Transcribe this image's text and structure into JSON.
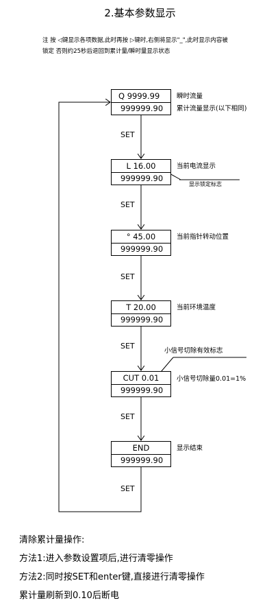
{
  "title": "2.基本参数显示",
  "note": {
    "line1": "注 按 ◁键显示各项数据,此时再按 ▷键时,右侧将显示\"_\",此时显示内容被",
    "line2": "锁定 否则约25秒后退回到累计量/瞬时量显示状态"
  },
  "set_label": "SET",
  "boxes": [
    {
      "line1": "Q    9999.99",
      "line2": "999999.90",
      "label1": "瞬时流量",
      "label2": "累计流量显示(以下相同)"
    },
    {
      "line1": "L  16.00",
      "line2": "999999.90",
      "label1": "当前电流显示",
      "callout": "显示锁定标志"
    },
    {
      "line1": "°  45.00",
      "line2": "999999.90",
      "label1": "当前指针转动位置"
    },
    {
      "line1": "T  20.00",
      "line2": "999999.90",
      "label1": "当前环境温度"
    },
    {
      "line1": "CUT  0.01",
      "line2": "999999.90",
      "label1": "小信号切除量0.01=1%",
      "callout": "小信号切除有效标志"
    },
    {
      "line1": "END",
      "line2": "999999.90",
      "label1": "显示结束"
    }
  ],
  "bottom": {
    "heading": "清除累计量操作:",
    "method1": "方法1:进入参数设置项后,进行清零操作",
    "method2": "方法2:同时按SET和enter键,直接进行清零操作",
    "refresh": "累计量刷新到0.10后断电"
  }
}
